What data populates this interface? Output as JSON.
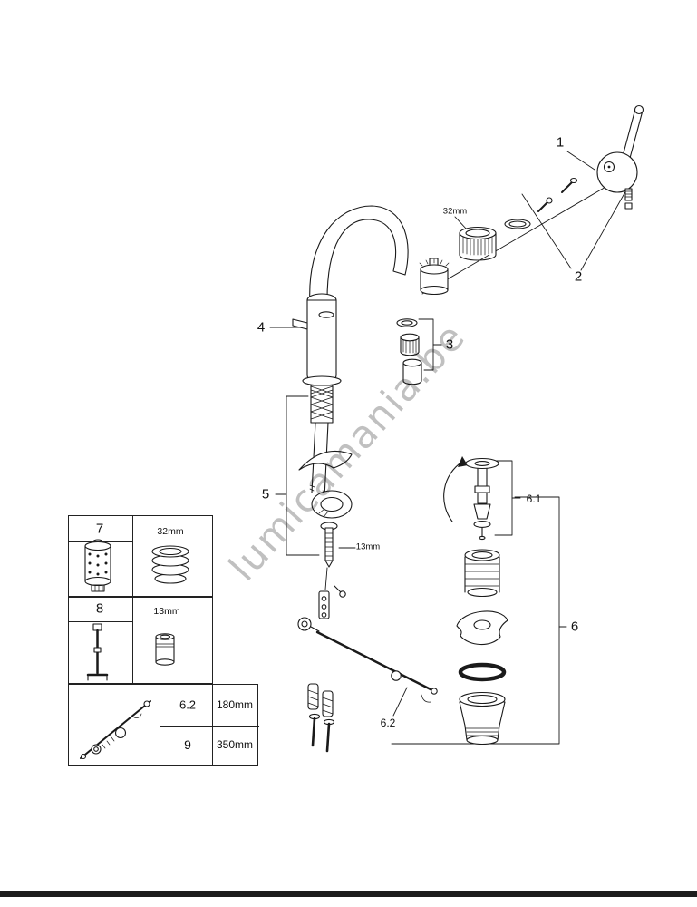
{
  "colors": {
    "line": "#1a1a1a",
    "watermark_gray": "#c0c0c0",
    "bottom_bar": "#1d1d1d"
  },
  "watermark": {
    "text": "lumicamania.be"
  },
  "callouts": {
    "n1": "1",
    "n2": "2",
    "n3": "3",
    "n4": "4",
    "n5": "5",
    "n6": "6",
    "n6_1": "6.1",
    "n6_2": "6.2"
  },
  "dimensions": {
    "cartridge": "32mm",
    "hex_nut": "13mm"
  },
  "legend": {
    "box7": {
      "ref": "7",
      "size": "32mm"
    },
    "box8": {
      "ref": "8",
      "size": "13mm"
    },
    "table": {
      "rows": [
        {
          "ref": "6.2",
          "length": "180mm"
        },
        {
          "ref": "9",
          "length": "350mm"
        }
      ]
    }
  }
}
